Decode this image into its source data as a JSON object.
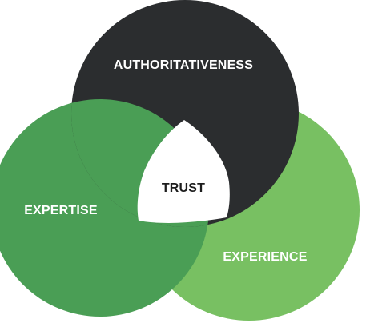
{
  "diagram": {
    "colors": {
      "authoritativeness": "#2b2d2f",
      "expertise": "#4a9e55",
      "experience": "#78c062",
      "trust": "#ffffff",
      "label_light": "#ffffff",
      "label_dark": "#1d1d1d"
    },
    "labels": {
      "authoritativeness": "AUTHORITATIVENESS",
      "expertise": "EXPERTISE",
      "experience": "EXPERIENCE",
      "trust": "TRUST"
    }
  }
}
